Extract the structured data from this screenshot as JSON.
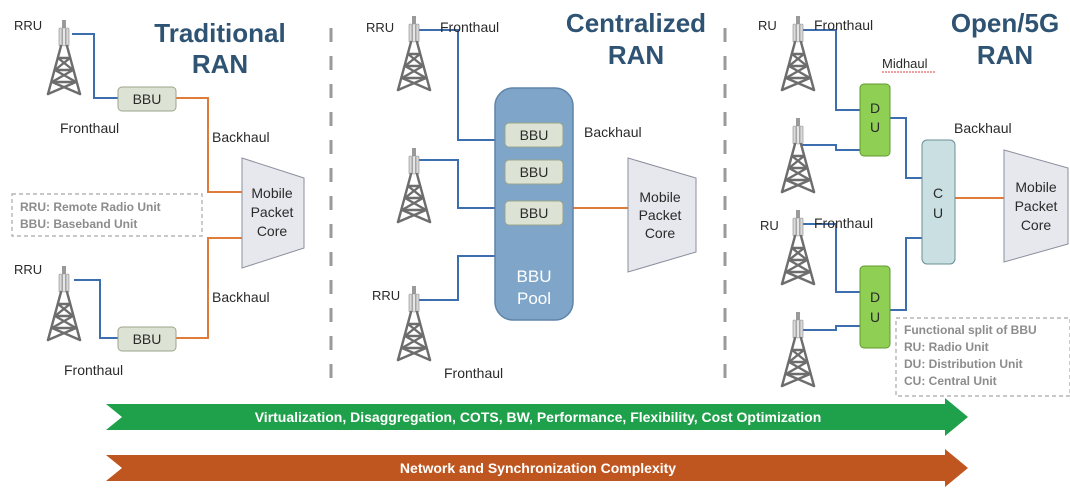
{
  "sections": {
    "traditional": {
      "title_line1": "Traditional",
      "title_line2": "RAN"
    },
    "centralized": {
      "title_line1": "Centralized",
      "title_line2": "RAN"
    },
    "open5g": {
      "title_line1": "Open/5G",
      "title_line2": "RAN"
    }
  },
  "traditional": {
    "rru_top": "RRU",
    "rru_bottom": "RRU",
    "bbu_top": "BBU",
    "bbu_bottom": "BBU",
    "fronthaul_top": "Fronthaul",
    "fronthaul_bottom": "Fronthaul",
    "backhaul_top": "Backhaul",
    "backhaul_bottom": "Backhaul",
    "core_line1": "Mobile",
    "core_line2": "Packet",
    "core_line3": "Core",
    "legend_line1": "RRU: Remote Radio Unit",
    "legend_line2": "BBU: Baseband Unit"
  },
  "centralized": {
    "rru_top": "RRU",
    "rru_bottom": "RRU",
    "fronthaul_top": "Fronthaul",
    "fronthaul_bottom": "Fronthaul",
    "backhaul": "Backhaul",
    "bbu_1": "BBU",
    "bbu_2": "BBU",
    "bbu_3": "BBU",
    "pool_line1": "BBU",
    "pool_line2": "Pool",
    "core_line1": "Mobile",
    "core_line2": "Packet",
    "core_line3": "Core"
  },
  "open5g": {
    "ru_top": "RU",
    "ru_mid": "RU",
    "fronthaul_top": "Fronthaul",
    "fronthaul_mid": "Fronthaul",
    "midhaul": "Midhaul",
    "backhaul": "Backhaul",
    "du_top_d": "D",
    "du_top_u": "U",
    "du_bottom_d": "D",
    "du_bottom_u": "U",
    "cu_c": "C",
    "cu_u": "U",
    "core_line1": "Mobile",
    "core_line2": "Packet",
    "core_line3": "Core",
    "legend_line1": "Functional split of BBU",
    "legend_line2": "RU: Radio Unit",
    "legend_line3": "DU: Distribution Unit",
    "legend_line4": "CU: Central Unit"
  },
  "arrows": {
    "green_text": "Virtualization, Disaggregation, COTS, BW, Performance, Flexibility, Cost Optimization",
    "orange_text": "Network and Synchronization Complexity"
  },
  "colors": {
    "title": "#2f5373",
    "fronthaul_line": "#3d6fb0",
    "backhaul_line": "#e07b39",
    "bbu_fill": "#dde3d4",
    "pool_fill": "#7fa5c9",
    "du_fill": "#8fcf53",
    "cu_fill": "#c9dfe2",
    "core_fill": "#e6e8ee",
    "green_arrow": "#1fa04a",
    "orange_arrow": "#c0561f"
  }
}
